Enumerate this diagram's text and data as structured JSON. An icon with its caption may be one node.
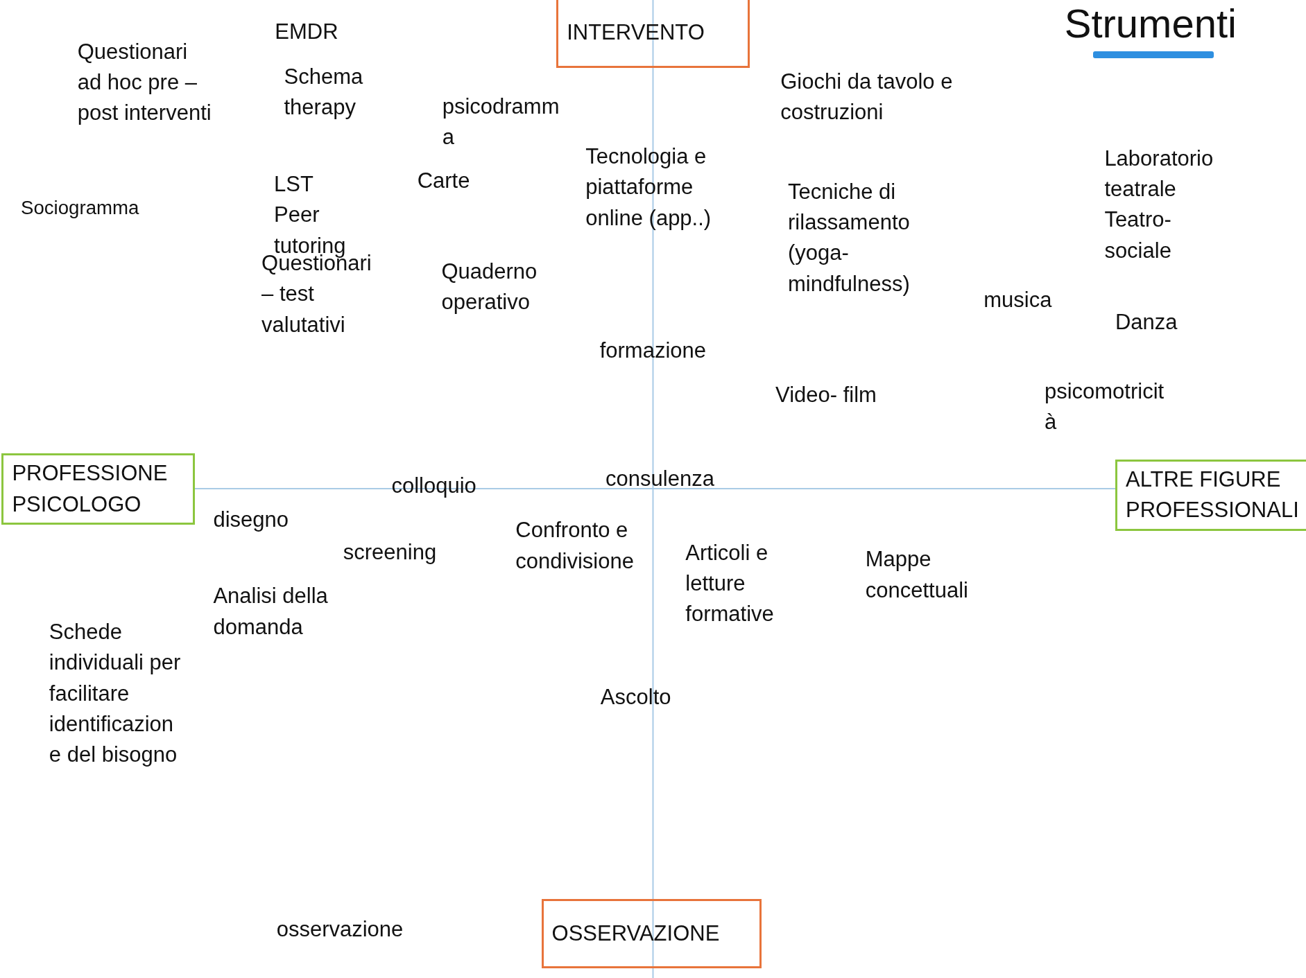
{
  "diagram": {
    "title": "Strumenti",
    "nodes": [
      {
        "text": [
          "INTERVENTO"
        ]
      },
      {
        "text": [
          "PROFESSIONE PSICOLOGO"
        ]
      },
      {
        "text": [
          "ALTRE FIGURE PROFESSIONALI"
        ]
      },
      {
        "text": [
          "OSSERVAZIONE"
        ]
      }
    ],
    "labels": [
      "EMDR",
      "Questionari ad hoc pre – post interventi",
      "Schema therapy",
      "psicodramma",
      "Giochi da tavolo e costruzioni",
      "Tecnologia e piattaforme online (app..)",
      "Laboratorio teatrale",
      "Teatro-sociale",
      "Carte",
      "LST",
      "Peer tutoring",
      "Sociogramma",
      "Tecniche di rilassamento (yoga-mindfulness)",
      "Questionari – test valutativi",
      "Quaderno operativo",
      "musica",
      "Danza",
      "formazione",
      "Video- film",
      "psicomotricità",
      "colloquio",
      "consulenza",
      "disegno",
      "screening",
      "Confronto e condivisione",
      "Articoli e letture formative",
      "Mappe concettuali",
      "Analisi della domanda",
      "Schede individuali per facilitare identificazione del bisogno",
      "Ascolto",
      "osservazione"
    ]
  }
}
